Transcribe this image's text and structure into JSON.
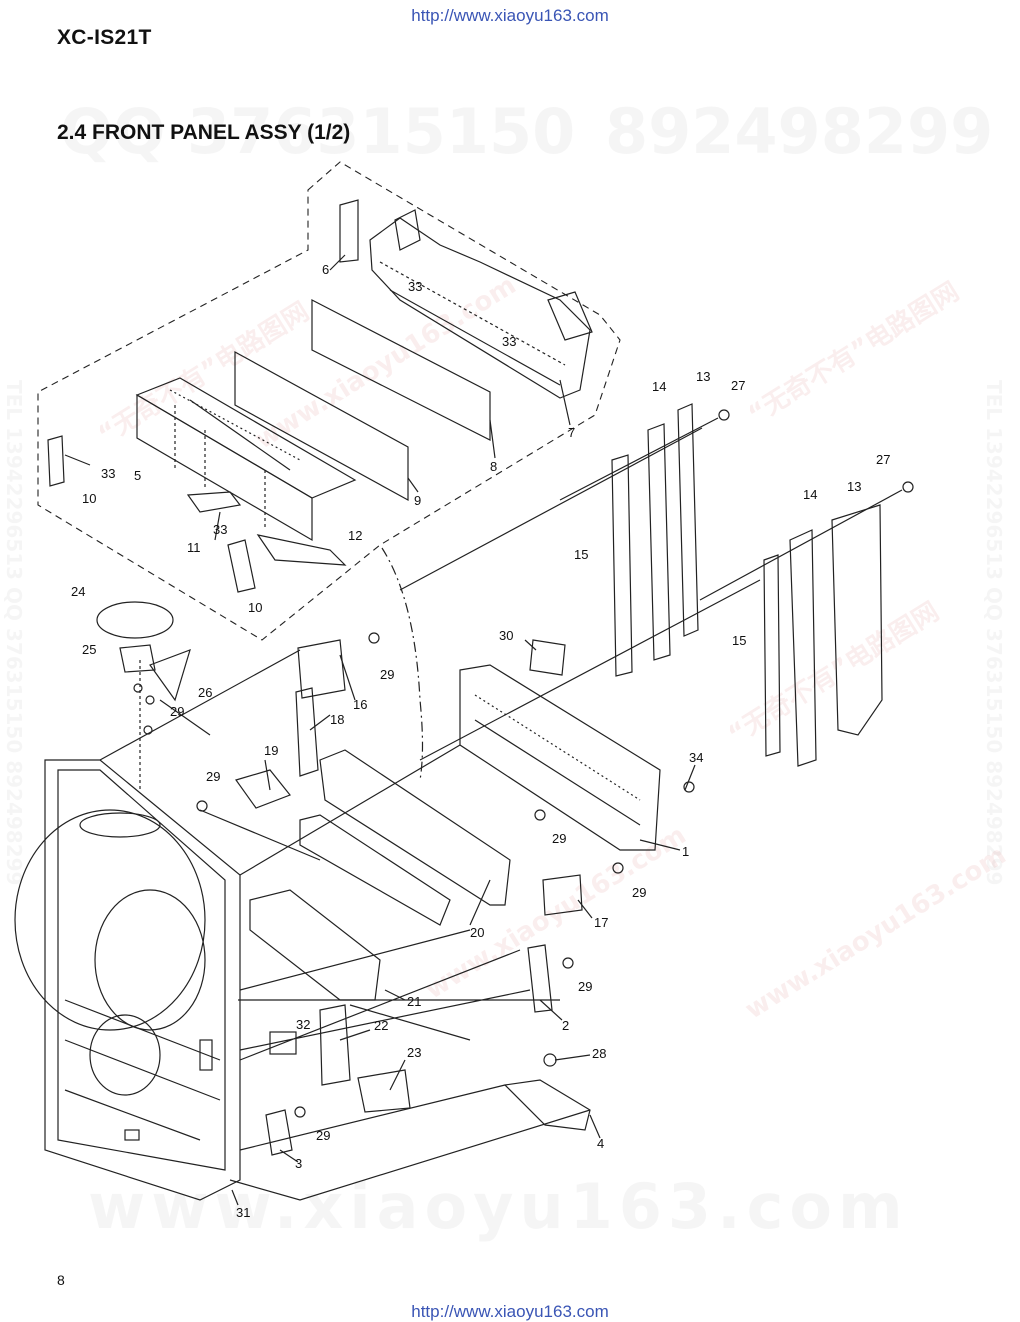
{
  "header": {
    "url": "http://www.xiaoyu163.com",
    "model": "XC-IS21T",
    "section_title": "2.4 FRONT PANEL ASSY (1/2)"
  },
  "footer": {
    "page_number": "8",
    "url": "http://www.xiaoyu163.com"
  },
  "watermarks": {
    "qq_left": "QQ 376315150",
    "qq_right": "892498299",
    "bottom": "www.xiaoyu163.com",
    "side": "TEL 13942296513  QQ 376315150  892498299",
    "diag_cn": "“无奇不有”电路图网",
    "diag_url": "www.xiaoyu163.com"
  },
  "callouts": {
    "c1": "1",
    "c2": "2",
    "c3": "3",
    "c4": "4",
    "c5": "5",
    "c6": "6",
    "c7": "7",
    "c8": "8",
    "c9": "9",
    "c10a": "10",
    "c10b": "10",
    "c11": "11",
    "c12": "12",
    "c13a": "13",
    "c13b": "13",
    "c14a": "14",
    "c14b": "14",
    "c15a": "15",
    "c15b": "15",
    "c16": "16",
    "c17": "17",
    "c18": "18",
    "c19": "19",
    "c20": "20",
    "c21": "21",
    "c22": "22",
    "c23": "23",
    "c24": "24",
    "c25": "25",
    "c26": "26",
    "c27a": "27",
    "c27b": "27",
    "c28": "28",
    "c29a": "29",
    "c29b": "29",
    "c29c": "29",
    "c29d": "29",
    "c29e": "29",
    "c29f": "29",
    "c29g": "29",
    "c30": "30",
    "c31": "31",
    "c32": "32",
    "c33a": "33",
    "c33b": "33",
    "c33c": "33",
    "c33d": "33",
    "c34": "34"
  }
}
